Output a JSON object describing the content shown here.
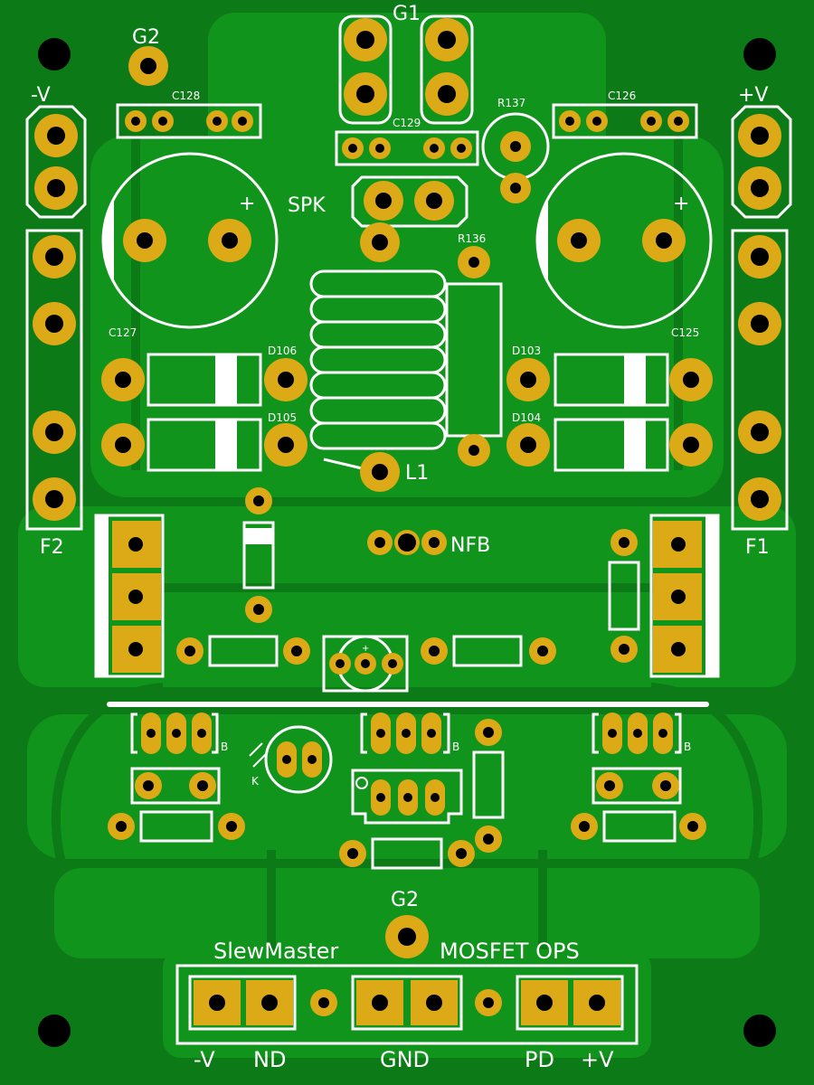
{
  "labels": {
    "g1": "G1",
    "g2_top": "G2",
    "g2_bottom": "G2",
    "minus_v": "-V",
    "plus_v": "+V",
    "c128": "C128",
    "c129": "C129",
    "c126": "C126",
    "r137": "R137",
    "r136": "R136",
    "spk": "SPK",
    "plus_left": "+",
    "plus_right": "+",
    "c127": "C127",
    "c125": "C125",
    "d106": "D106",
    "d105": "D105",
    "d103": "D103",
    "d104": "D104",
    "l1": "L1",
    "nfb": "NFB",
    "f1": "F1",
    "f2": "F2",
    "b1": "B",
    "b2": "B",
    "b3": "B",
    "k": "K",
    "title_left": "SlewMaster",
    "title_right": "MOSFET OPS",
    "conn_minus_v": "-V",
    "conn_nd": "ND",
    "conn_gnd": "GND",
    "conn_pd": "PD",
    "conn_plus_v": "+V"
  },
  "colors": {
    "board": "#0c7a16",
    "copper": "#11941c",
    "pad": "#dca917",
    "silk": "#ffffff",
    "hole": "#000000"
  }
}
